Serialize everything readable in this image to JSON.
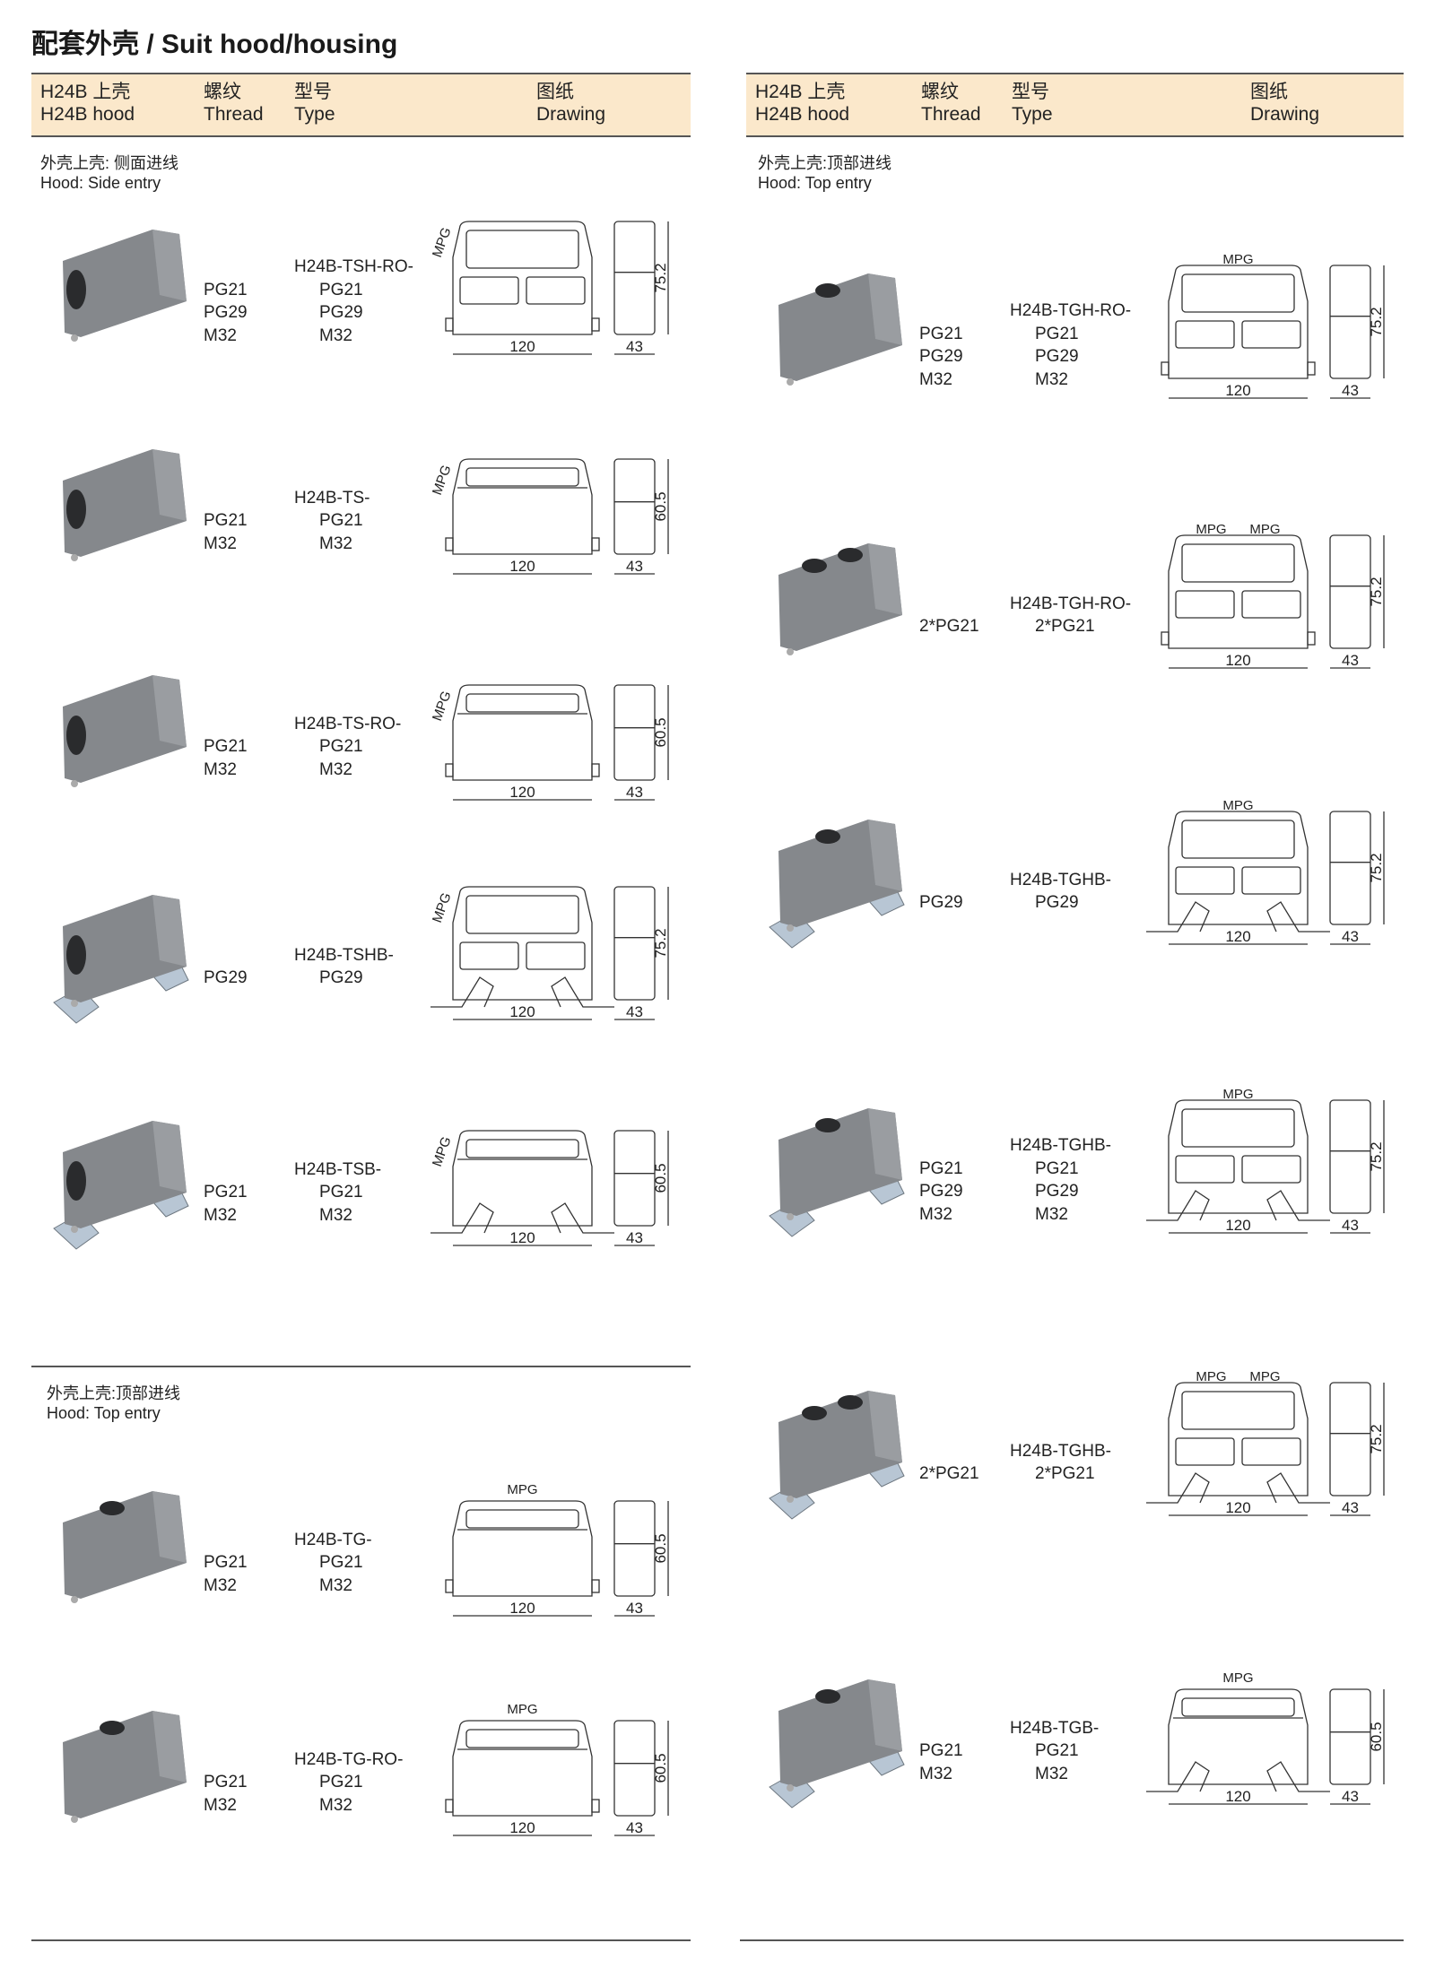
{
  "title": "配套外壳 / Suit hood/housing",
  "header": {
    "hood_cn": "H24B 上壳",
    "hood_en": "H24B hood",
    "thread_cn": "螺纹",
    "thread_en": "Thread",
    "type_cn": "型号",
    "type_en": "Type",
    "drawing_cn": "图纸",
    "drawing_en": "Drawing"
  },
  "sections": {
    "left_side": {
      "cn": "外壳上壳: 侧面进线",
      "en": "Hood: Side entry"
    },
    "left_top": {
      "cn": "外壳上壳:顶部进线",
      "en": "Hood: Top entry"
    },
    "right_top": {
      "cn": "外壳上壳:顶部进线",
      "en": "Hood: Top entry"
    }
  },
  "colors": {
    "header_bg": "#fbe8cb",
    "product_gray": "#8a8d91",
    "line": "#333333"
  },
  "left_rows": [
    {
      "threads": [
        "PG21",
        "PG29",
        "M32"
      ],
      "type": "H24B-TSH-RO-",
      "type_threads": [
        "PG21",
        "PG29",
        "M32"
      ],
      "entry": "side",
      "levers": false,
      "drawing": {
        "width": "120",
        "depth": "43",
        "height": "75.2",
        "mpg": [
          "MPG"
        ]
      }
    },
    {
      "threads": [
        "PG21",
        "M32"
      ],
      "type": "H24B-TS-",
      "type_threads": [
        "PG21",
        "M32"
      ],
      "entry": "side",
      "levers": false,
      "drawing": {
        "width": "120",
        "depth": "43",
        "height": "60.5",
        "mpg": [
          "MPG"
        ]
      }
    },
    {
      "threads": [
        "PG21",
        "M32"
      ],
      "type": "H24B-TS-RO-",
      "type_threads": [
        "PG21",
        "M32"
      ],
      "entry": "side",
      "levers": false,
      "drawing": {
        "width": "120",
        "depth": "43",
        "height": "60.5",
        "mpg": [
          "MPG"
        ]
      }
    },
    {
      "threads": [
        "PG29"
      ],
      "type": "H24B-TSHB-",
      "type_threads": [
        "PG29"
      ],
      "entry": "side",
      "levers": true,
      "drawing": {
        "width": "120",
        "depth": "43",
        "height": "75.2",
        "mpg": [
          "MPG"
        ]
      }
    },
    {
      "threads": [
        "PG21",
        "M32"
      ],
      "type": "H24B-TSB-",
      "type_threads": [
        "PG21",
        "M32"
      ],
      "entry": "side",
      "levers": true,
      "drawing": {
        "width": "120",
        "depth": "43",
        "height": "60.5",
        "mpg": [
          "MPG"
        ]
      }
    },
    {
      "threads": [
        "PG21",
        "M32"
      ],
      "type": "H24B-TG-",
      "type_threads": [
        "PG21",
        "M32"
      ],
      "entry": "top",
      "levers": false,
      "drawing": {
        "width": "120",
        "depth": "43",
        "height": "60.5",
        "mpg": [
          "MPG"
        ]
      }
    },
    {
      "threads": [
        "PG21",
        "M32"
      ],
      "type": "H24B-TG-RO-",
      "type_threads": [
        "PG21",
        "M32"
      ],
      "entry": "top",
      "levers": false,
      "drawing": {
        "width": "120",
        "depth": "43",
        "height": "60.5",
        "mpg": [
          "MPG"
        ]
      }
    }
  ],
  "right_rows": [
    {
      "threads": [
        "PG21",
        "PG29",
        "M32"
      ],
      "type": "H24B-TGH-RO-",
      "type_threads": [
        "PG21",
        "PG29",
        "M32"
      ],
      "entry": "top",
      "levers": false,
      "drawing": {
        "width": "120",
        "depth": "43",
        "height": "75.2",
        "mpg": [
          "MPG"
        ]
      }
    },
    {
      "threads": [
        "2*PG21"
      ],
      "type": "H24B-TGH-RO-",
      "type_threads": [
        "2*PG21"
      ],
      "entry": "top",
      "levers": false,
      "drawing": {
        "width": "120",
        "depth": "43",
        "height": "75.2",
        "mpg": [
          "MPG",
          "MPG"
        ]
      }
    },
    {
      "threads": [
        "PG29"
      ],
      "type": "H24B-TGHB-",
      "type_threads": [
        "PG29"
      ],
      "entry": "top",
      "levers": true,
      "drawing": {
        "width": "120",
        "depth": "43",
        "height": "75.2",
        "mpg": [
          "MPG"
        ]
      }
    },
    {
      "threads": [
        "PG21",
        "PG29",
        "M32"
      ],
      "type": "H24B-TGHB-",
      "type_threads": [
        "PG21",
        "PG29",
        "M32"
      ],
      "entry": "top",
      "levers": true,
      "drawing": {
        "width": "120",
        "depth": "43",
        "height": "75.2",
        "mpg": [
          "MPG"
        ]
      }
    },
    {
      "threads": [
        "2*PG21"
      ],
      "type": "H24B-TGHB-",
      "type_threads": [
        "2*PG21"
      ],
      "entry": "top",
      "levers": true,
      "drawing": {
        "width": "120",
        "depth": "43",
        "height": "75.2",
        "mpg": [
          "MPG",
          "MPG"
        ]
      }
    },
    {
      "threads": [
        "PG21",
        "M32"
      ],
      "type": "H24B-TGB-",
      "type_threads": [
        "PG21",
        "M32"
      ],
      "entry": "top",
      "levers": true,
      "drawing": {
        "width": "120",
        "depth": "43",
        "height": "60.5",
        "mpg": [
          "MPG"
        ]
      }
    }
  ]
}
